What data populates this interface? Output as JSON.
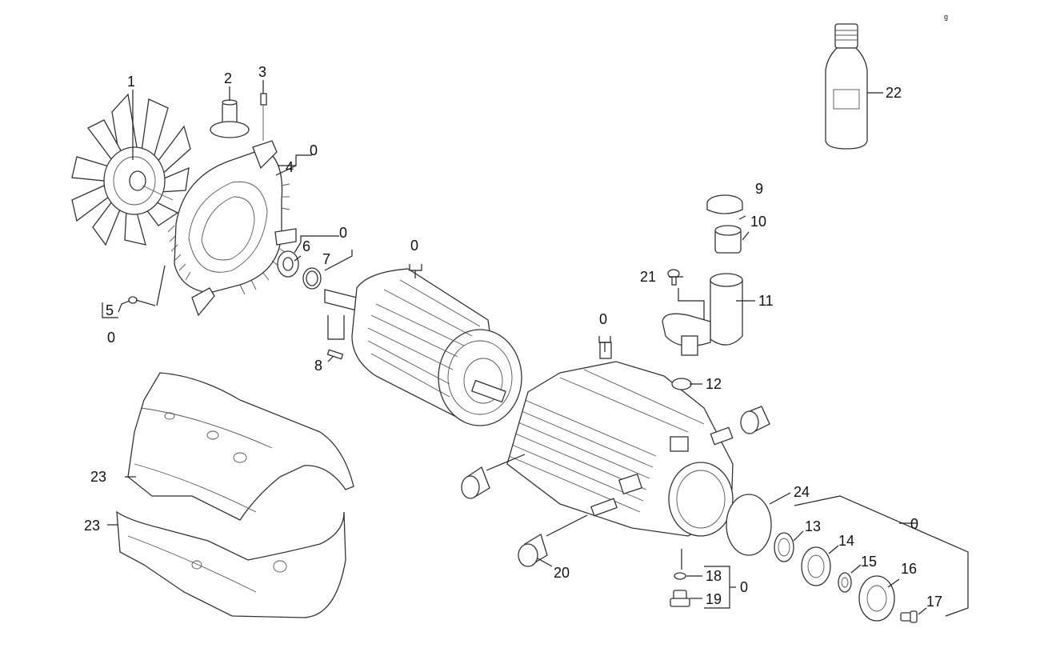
{
  "diagram": {
    "corner_mark": "g",
    "callouts": {
      "c1": "1",
      "c2": "2",
      "c3": "3",
      "c4": "4",
      "c5": "5",
      "c6": "6",
      "c7": "7",
      "c8": "8",
      "c9": "9",
      "c10": "10",
      "c11": "11",
      "c12": "12",
      "c13": "13",
      "c14": "14",
      "c15": "15",
      "c16": "16",
      "c17": "17",
      "c18": "18",
      "c19": "19",
      "c20": "20",
      "c21": "21",
      "c22": "22",
      "c23a": "23",
      "c23b": "23",
      "c24": "24"
    },
    "kits": {
      "k_fan_housing": "0",
      "k_screw5": "0",
      "k_bearing": "0",
      "k_motor": "0",
      "k_pump": "0",
      "k_drain": "0",
      "k_seal_kit": "0"
    }
  }
}
